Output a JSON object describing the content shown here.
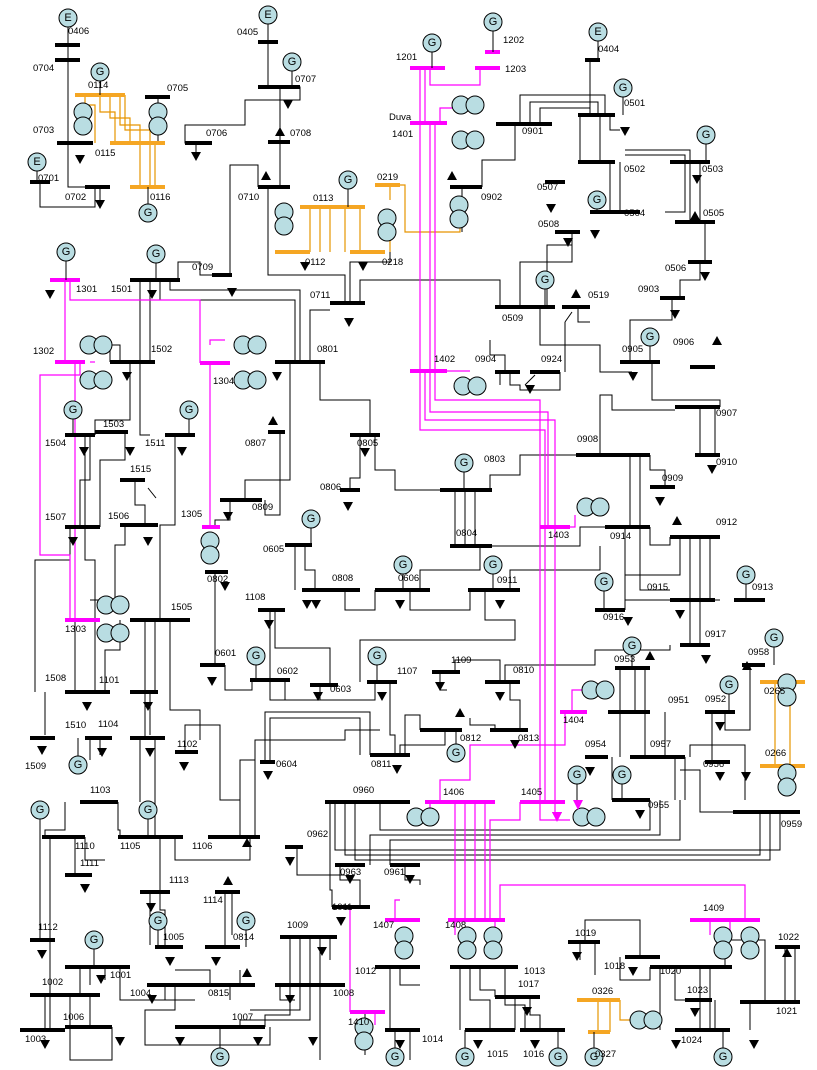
{
  "generator_label": "G",
  "buses": [
    {
      "id": "b0406",
      "label": "0406",
      "color": "black"
    },
    {
      "id": "b0704",
      "label": "0704",
      "color": "black"
    },
    {
      "id": "b0114",
      "label": "0114",
      "color": "orange"
    },
    {
      "id": "b0705",
      "label": "0705",
      "color": "black"
    },
    {
      "id": "b0703",
      "label": "0703",
      "color": "black"
    },
    {
      "id": "b0115",
      "label": "0115",
      "color": "orange"
    },
    {
      "id": "b0701",
      "label": "0701",
      "color": "black"
    },
    {
      "id": "b0702",
      "label": "0702",
      "color": "black"
    },
    {
      "id": "b0116",
      "label": "0116",
      "color": "orange"
    },
    {
      "id": "b0405",
      "label": "0405",
      "color": "black"
    },
    {
      "id": "b0707",
      "label": "0707",
      "color": "black"
    },
    {
      "id": "b0706",
      "label": "0706",
      "color": "black"
    },
    {
      "id": "b0708",
      "label": "0708",
      "color": "black"
    },
    {
      "id": "b0710",
      "label": "0710",
      "color": "black"
    },
    {
      "id": "b0113",
      "label": "0113",
      "color": "orange"
    },
    {
      "id": "b0112",
      "label": "0112",
      "color": "orange"
    },
    {
      "id": "b0219",
      "label": "0219",
      "color": "orange"
    },
    {
      "id": "b0218",
      "label": "0218",
      "color": "orange"
    },
    {
      "id": "b1201",
      "label": "1201",
      "color": "magenta"
    },
    {
      "id": "b1202",
      "label": "1202",
      "color": "magenta"
    },
    {
      "id": "b1203",
      "label": "1203",
      "color": "magenta"
    },
    {
      "id": "b1401",
      "label": "1401",
      "color": "magenta"
    },
    {
      "id": "b0404",
      "label": "0404",
      "color": "black"
    },
    {
      "id": "b0501",
      "label": "0501",
      "color": "black"
    },
    {
      "id": "b0901",
      "label": "0901",
      "color": "black"
    },
    {
      "id": "b0902",
      "label": "0902",
      "color": "black"
    },
    {
      "id": "b0502",
      "label": "0502",
      "color": "black"
    },
    {
      "id": "b0503",
      "label": "0503",
      "color": "black"
    },
    {
      "id": "b0507",
      "label": "0507",
      "color": "black"
    },
    {
      "id": "b0508",
      "label": "0508",
      "color": "black"
    },
    {
      "id": "b0504",
      "label": "0504",
      "color": "black"
    },
    {
      "id": "b0505",
      "label": "0505",
      "color": "black"
    },
    {
      "id": "b0506",
      "label": "0506",
      "color": "black"
    },
    {
      "id": "b0903",
      "label": "0903",
      "color": "black"
    },
    {
      "id": "b0509",
      "label": "0509",
      "color": "black"
    },
    {
      "id": "b0519",
      "label": "0519",
      "color": "black"
    },
    {
      "id": "b1301",
      "label": "1301",
      "color": "magenta"
    },
    {
      "id": "b1501",
      "label": "1501",
      "color": "black"
    },
    {
      "id": "b0709",
      "label": "0709",
      "color": "black"
    },
    {
      "id": "b0711",
      "label": "0711",
      "color": "black"
    },
    {
      "id": "b1302",
      "label": "1302",
      "color": "magenta"
    },
    {
      "id": "b1502",
      "label": "1502",
      "color": "black"
    },
    {
      "id": "b1304",
      "label": "1304",
      "color": "magenta"
    },
    {
      "id": "b0801",
      "label": "0801",
      "color": "black"
    },
    {
      "id": "b1402",
      "label": "1402",
      "color": "magenta"
    },
    {
      "id": "b0904",
      "label": "0904",
      "color": "black"
    },
    {
      "id": "b0924",
      "label": "0924",
      "color": "black"
    },
    {
      "id": "b0905",
      "label": "0905",
      "color": "black"
    },
    {
      "id": "b0906",
      "label": "0906",
      "color": "black"
    },
    {
      "id": "b0907",
      "label": "0907",
      "color": "black"
    },
    {
      "id": "b1504",
      "label": "1504",
      "color": "black"
    },
    {
      "id": "b1503",
      "label": "1503",
      "color": "black"
    },
    {
      "id": "b1511",
      "label": "1511",
      "color": "black"
    },
    {
      "id": "b0807",
      "label": "0807",
      "color": "black"
    },
    {
      "id": "b0805",
      "label": "0805",
      "color": "black"
    },
    {
      "id": "b0908",
      "label": "0908",
      "color": "black"
    },
    {
      "id": "b0910",
      "label": "0910",
      "color": "black"
    },
    {
      "id": "b1515",
      "label": "1515",
      "color": "black"
    },
    {
      "id": "b0803",
      "label": "0803",
      "color": "black"
    },
    {
      "id": "b0909",
      "label": "0909",
      "color": "black"
    },
    {
      "id": "b0806",
      "label": "0806",
      "color": "black"
    },
    {
      "id": "b0809",
      "label": "0809",
      "color": "black"
    },
    {
      "id": "b1507",
      "label": "1507",
      "color": "black"
    },
    {
      "id": "b1506",
      "label": "1506",
      "color": "black"
    },
    {
      "id": "b1305",
      "label": "1305",
      "color": "magenta"
    },
    {
      "id": "b1403",
      "label": "1403",
      "color": "magenta"
    },
    {
      "id": "b0914",
      "label": "0914",
      "color": "black"
    },
    {
      "id": "b0912",
      "label": "0912",
      "color": "black"
    },
    {
      "id": "b0804",
      "label": "0804",
      "color": "black"
    },
    {
      "id": "b0802",
      "label": "0802",
      "color": "black"
    },
    {
      "id": "b0605",
      "label": "0605",
      "color": "black"
    },
    {
      "id": "b0808",
      "label": "0808",
      "color": "black"
    },
    {
      "id": "b0606",
      "label": "0606",
      "color": "black"
    },
    {
      "id": "b0911",
      "label": "0911",
      "color": "black"
    },
    {
      "id": "b0915",
      "label": "0915",
      "color": "black"
    },
    {
      "id": "b0913",
      "label": "0913",
      "color": "black"
    },
    {
      "id": "b1303",
      "label": "1303",
      "color": "magenta"
    },
    {
      "id": "b1505",
      "label": "1505",
      "color": "black"
    },
    {
      "id": "b1108",
      "label": "1108",
      "color": "black"
    },
    {
      "id": "b0916",
      "label": "0916",
      "color": "black"
    },
    {
      "id": "b0917",
      "label": "0917",
      "color": "black"
    },
    {
      "id": "b0958",
      "label": "0958",
      "color": "black"
    },
    {
      "id": "b0953",
      "label": "0953",
      "color": "black"
    },
    {
      "id": "b0601",
      "label": "0601",
      "color": "black"
    },
    {
      "id": "b0602",
      "label": "0602",
      "color": "black"
    },
    {
      "id": "b0603",
      "label": "0603",
      "color": "black"
    },
    {
      "id": "b1107",
      "label": "1107",
      "color": "black"
    },
    {
      "id": "b1109",
      "label": "1109",
      "color": "black"
    },
    {
      "id": "b0810",
      "label": "0810",
      "color": "black"
    },
    {
      "id": "b1508",
      "label": "1508",
      "color": "black"
    },
    {
      "id": "b1101",
      "label": "1101",
      "color": "black"
    },
    {
      "id": "b0951",
      "label": "0951",
      "color": "black"
    },
    {
      "id": "b0952",
      "label": "0952",
      "color": "black"
    },
    {
      "id": "b0265",
      "label": "0265",
      "color": "orange"
    },
    {
      "id": "b1404",
      "label": "1404",
      "color": "magenta"
    },
    {
      "id": "b0812",
      "label": "0812",
      "color": "black"
    },
    {
      "id": "b0813",
      "label": "0813",
      "color": "black"
    },
    {
      "id": "b1510",
      "label": "1510",
      "color": "black"
    },
    {
      "id": "b1104",
      "label": "1104",
      "color": "black"
    },
    {
      "id": "b1102",
      "label": "1102",
      "color": "black"
    },
    {
      "id": "b1509",
      "label": "1509",
      "color": "black"
    },
    {
      "id": "b0604",
      "label": "0604",
      "color": "black"
    },
    {
      "id": "b0811",
      "label": "0811",
      "color": "black"
    },
    {
      "id": "b0954",
      "label": "0954",
      "color": "black"
    },
    {
      "id": "b0957",
      "label": "0957",
      "color": "black"
    },
    {
      "id": "b0266",
      "label": "0266",
      "color": "orange"
    },
    {
      "id": "b0956",
      "label": "0956",
      "color": "black"
    },
    {
      "id": "b0955",
      "label": "0955",
      "color": "black"
    },
    {
      "id": "b0959",
      "label": "0959",
      "color": "black"
    },
    {
      "id": "b1103",
      "label": "1103",
      "color": "black"
    },
    {
      "id": "b0960",
      "label": "0960",
      "color": "black"
    },
    {
      "id": "b1406",
      "label": "1406",
      "color": "magenta"
    },
    {
      "id": "b1405",
      "label": "1405",
      "color": "magenta"
    },
    {
      "id": "b1110",
      "label": "1110",
      "color": "black"
    },
    {
      "id": "b1105",
      "label": "1105",
      "color": "black"
    },
    {
      "id": "b1106",
      "label": "1106",
      "color": "black"
    },
    {
      "id": "b0962",
      "label": "0962",
      "color": "black"
    },
    {
      "id": "b0963",
      "label": "0963",
      "color": "black"
    },
    {
      "id": "b0961",
      "label": "0961",
      "color": "black"
    },
    {
      "id": "b1111",
      "label": "1111",
      "color": "black"
    },
    {
      "id": "b1113",
      "label": "1113",
      "color": "black"
    },
    {
      "id": "b1114",
      "label": "1114",
      "color": "black"
    },
    {
      "id": "b1011",
      "label": "1011",
      "color": "black"
    },
    {
      "id": "b1112",
      "label": "1112",
      "color": "black"
    },
    {
      "id": "b1005",
      "label": "1005",
      "color": "black"
    },
    {
      "id": "b0814",
      "label": "0814",
      "color": "black"
    },
    {
      "id": "b1009",
      "label": "1009",
      "color": "black"
    },
    {
      "id": "b1407",
      "label": "1407",
      "color": "magenta"
    },
    {
      "id": "b1408",
      "label": "1408",
      "color": "magenta"
    },
    {
      "id": "b1409",
      "label": "1409",
      "color": "magenta"
    },
    {
      "id": "b1019",
      "label": "1019",
      "color": "black"
    },
    {
      "id": "b1022",
      "label": "1022",
      "color": "black"
    },
    {
      "id": "b1001",
      "label": "1001",
      "color": "black"
    },
    {
      "id": "b1002",
      "label": "1002",
      "color": "black"
    },
    {
      "id": "b1004",
      "label": "1004",
      "color": "black"
    },
    {
      "id": "b0815",
      "label": "0815",
      "color": "black"
    },
    {
      "id": "b1012",
      "label": "1012",
      "color": "black"
    },
    {
      "id": "b1013",
      "label": "1013",
      "color": "black"
    },
    {
      "id": "b1018",
      "label": "1018",
      "color": "black"
    },
    {
      "id": "b1020",
      "label": "1020",
      "color": "black"
    },
    {
      "id": "b1008",
      "label": "1008",
      "color": "black"
    },
    {
      "id": "b1017",
      "label": "1017",
      "color": "black"
    },
    {
      "id": "b0326",
      "label": "0326",
      "color": "orange"
    },
    {
      "id": "b1023",
      "label": "1023",
      "color": "black"
    },
    {
      "id": "b1021",
      "label": "1021",
      "color": "black"
    },
    {
      "id": "b1006",
      "label": "1006",
      "color": "black"
    },
    {
      "id": "b1007",
      "label": "1007",
      "color": "black"
    },
    {
      "id": "b1410",
      "label": "1410",
      "color": "magenta"
    },
    {
      "id": "b1003",
      "label": "1003",
      "color": "black"
    },
    {
      "id": "b1014",
      "label": "1014",
      "color": "black"
    },
    {
      "id": "b1015",
      "label": "1015",
      "color": "black"
    },
    {
      "id": "b1016",
      "label": "1016",
      "color": "black"
    },
    {
      "id": "b0327",
      "label": "0327",
      "color": "orange"
    },
    {
      "id": "b1024",
      "label": "1024",
      "color": "black"
    }
  ],
  "external_grids": [
    {
      "id": "e0406",
      "label": "E"
    },
    {
      "id": "e0405",
      "label": "E"
    },
    {
      "id": "e0701",
      "label": "E"
    },
    {
      "id": "e0404",
      "label": "E"
    }
  ],
  "extra_labels": [
    {
      "id": "lbl-duva",
      "text": "Duva"
    }
  ]
}
